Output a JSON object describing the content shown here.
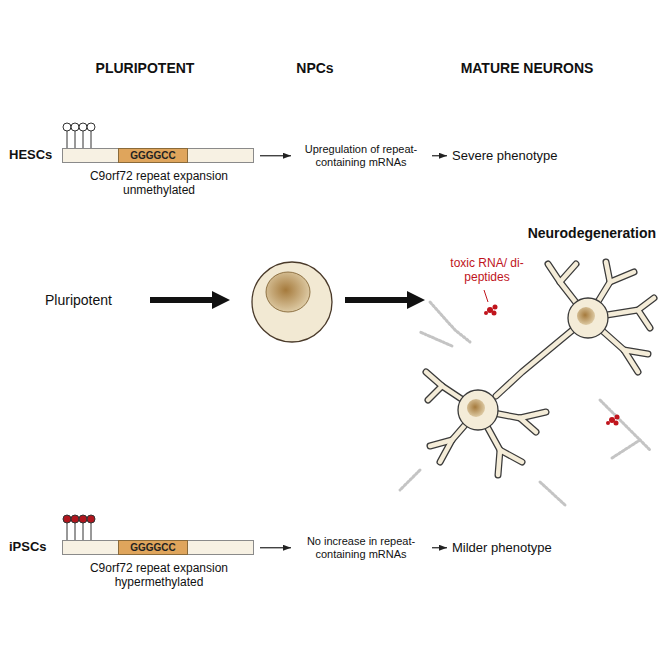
{
  "diagram": {
    "nodes": [
      {
        "text": [
          "HESCs",
          "C9orf72 repeat expansion unmethylated"
        ]
      },
      {
        "text": [
          "GGGGCC"
        ],
        "in": 0
      },
      {
        "text": [
          "Upregulation of repeat-containing mRNAs"
        ]
      },
      {
        "text": [
          "Severe phenotype"
        ]
      },
      {
        "text": [
          "iPSCs",
          "C9orf72 repeat expansion hypermethylated"
        ]
      },
      {
        "text": [
          "GGGGCC"
        ],
        "in": 4
      },
      {
        "text": [
          "No increase in repeat-containing mRNAs"
        ]
      },
      {
        "text": [
          "Milder phenotype"
        ]
      }
    ],
    "edges": [
      {
        "from": 0,
        "to": 2,
        "arrow": "to"
      },
      {
        "from": 2,
        "to": 3,
        "arrow": "to"
      },
      {
        "from": 4,
        "to": 6,
        "arrow": "to"
      },
      {
        "from": 6,
        "to": 7,
        "arrow": "to"
      }
    ],
    "labels": [
      "PLURIPOTENT",
      "NPCs",
      "MATURE NEURONS",
      "Pluripotent",
      "Neurodegeneration",
      "toxic RNA/ di-peptides"
    ]
  }
}
